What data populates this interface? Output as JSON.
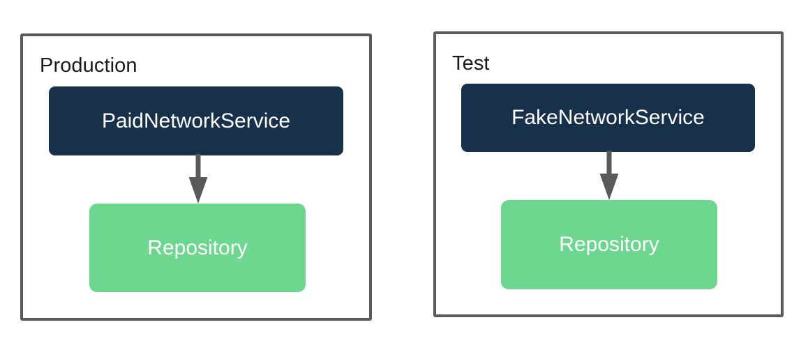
{
  "diagram": {
    "type": "dependency-substitution",
    "background_color": "#ffffff",
    "palette": {
      "container_border": "#595959",
      "service_fill": "#17314a",
      "service_text": "#ffffff",
      "repository_fill": "#6ed78f",
      "repository_text": "#ffffff",
      "arrow": "#595959",
      "label_text": "#1a1a1a"
    },
    "panels": [
      {
        "id": "production",
        "label": "Production",
        "service": {
          "label": "PaidNetworkService",
          "fill": "#17314a"
        },
        "repository": {
          "label": "Repository",
          "fill": "#6ed78f"
        },
        "edge": {
          "from": "PaidNetworkService",
          "to": "Repository",
          "direction": "down",
          "style": "solid-filled-arrowhead",
          "color": "#595959"
        }
      },
      {
        "id": "test",
        "label": "Test",
        "service": {
          "label": "FakeNetworkService",
          "fill": "#17314a"
        },
        "repository": {
          "label": "Repository",
          "fill": "#6ed78f"
        },
        "edge": {
          "from": "FakeNetworkService",
          "to": "Repository",
          "direction": "down",
          "style": "solid-filled-arrowhead",
          "color": "#595959"
        }
      }
    ]
  }
}
